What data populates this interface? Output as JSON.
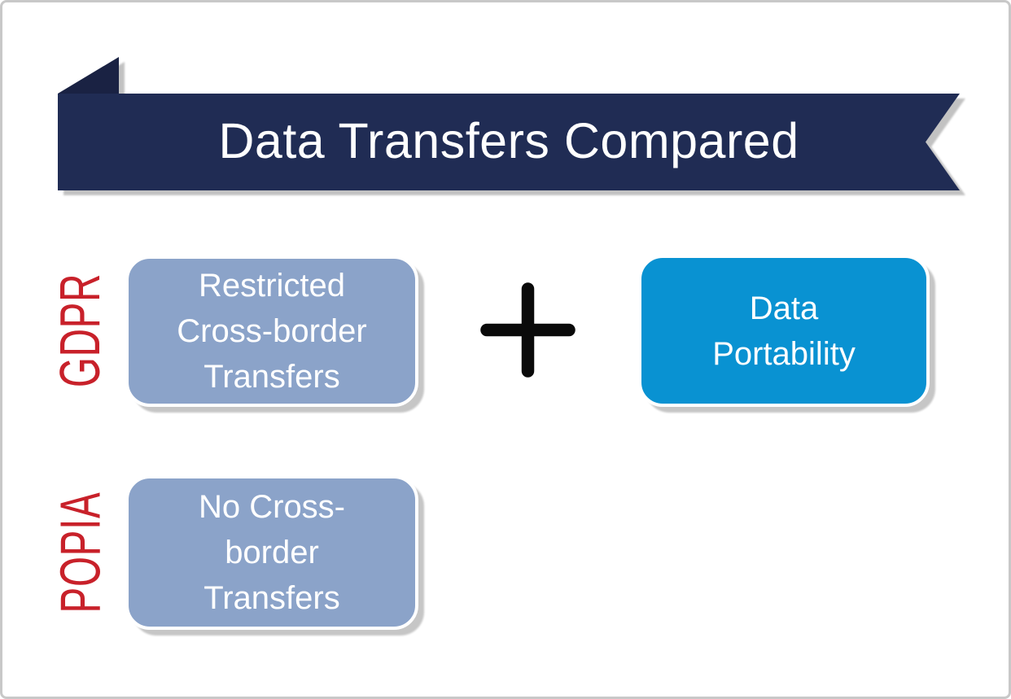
{
  "banner": {
    "title": "Data Transfers Compared"
  },
  "row_gdpr": {
    "label": "GDPR",
    "box_left": {
      "lines": [
        "Restricted",
        "Cross-border",
        "Transfers"
      ]
    },
    "operator": "+",
    "box_right": {
      "lines": [
        "Data",
        "Portability"
      ]
    }
  },
  "row_popia": {
    "label": "POPIA",
    "box_left": {
      "lines": [
        "No Cross-",
        "border",
        "Transfers"
      ]
    }
  },
  "colors": {
    "banner_navy": "#202C54",
    "fold_navy": "#1A2243",
    "steel_blue_box": "#8BA3C9",
    "bright_blue_box": "#0992D2",
    "label_red": "#C8212A",
    "shadow_gray": "#C6C6C6",
    "plus_black": "#0A0A0A",
    "frame_border_gray": "#C8C8C8",
    "text_white": "#FFFFFF"
  }
}
